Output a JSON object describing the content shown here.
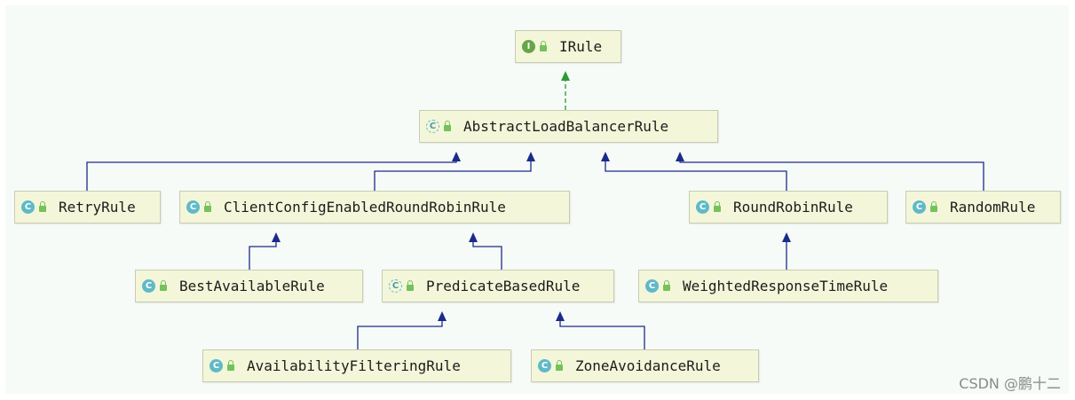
{
  "diagram": {
    "nodes": [
      {
        "id": "irule",
        "label": "IRule",
        "kind": "interface",
        "badge": "I"
      },
      {
        "id": "abstract",
        "label": "AbstractLoadBalancerRule",
        "kind": "abstract",
        "badge": "C"
      },
      {
        "id": "retry",
        "label": "RetryRule",
        "kind": "class",
        "badge": "C"
      },
      {
        "id": "clientconfig",
        "label": "ClientConfigEnabledRoundRobinRule",
        "kind": "class",
        "badge": "C"
      },
      {
        "id": "roundrobin",
        "label": "RoundRobinRule",
        "kind": "class",
        "badge": "C"
      },
      {
        "id": "random",
        "label": "RandomRule",
        "kind": "class",
        "badge": "C"
      },
      {
        "id": "bestavailable",
        "label": "BestAvailableRule",
        "kind": "class",
        "badge": "C"
      },
      {
        "id": "predicate",
        "label": "PredicateBasedRule",
        "kind": "abstract",
        "badge": "C"
      },
      {
        "id": "weighted",
        "label": "WeightedResponseTimeRule",
        "kind": "class",
        "badge": "C"
      },
      {
        "id": "availability",
        "label": "AvailabilityFilteringRule",
        "kind": "class",
        "badge": "C"
      },
      {
        "id": "zone",
        "label": "ZoneAvoidanceRule",
        "kind": "class",
        "badge": "C"
      }
    ],
    "edges": [
      {
        "from": "abstract",
        "to": "irule",
        "type": "implements"
      },
      {
        "from": "retry",
        "to": "abstract",
        "type": "extends"
      },
      {
        "from": "clientconfig",
        "to": "abstract",
        "type": "extends"
      },
      {
        "from": "roundrobin",
        "to": "abstract",
        "type": "extends"
      },
      {
        "from": "random",
        "to": "abstract",
        "type": "extends"
      },
      {
        "from": "bestavailable",
        "to": "clientconfig",
        "type": "extends"
      },
      {
        "from": "predicate",
        "to": "clientconfig",
        "type": "extends"
      },
      {
        "from": "weighted",
        "to": "roundrobin",
        "type": "extends"
      },
      {
        "from": "availability",
        "to": "predicate",
        "type": "extends"
      },
      {
        "from": "zone",
        "to": "predicate",
        "type": "extends"
      }
    ],
    "colors": {
      "extends": "#1d2a8c",
      "implements": "#2a9a37"
    }
  },
  "watermark": "CSDN @鹏十二"
}
